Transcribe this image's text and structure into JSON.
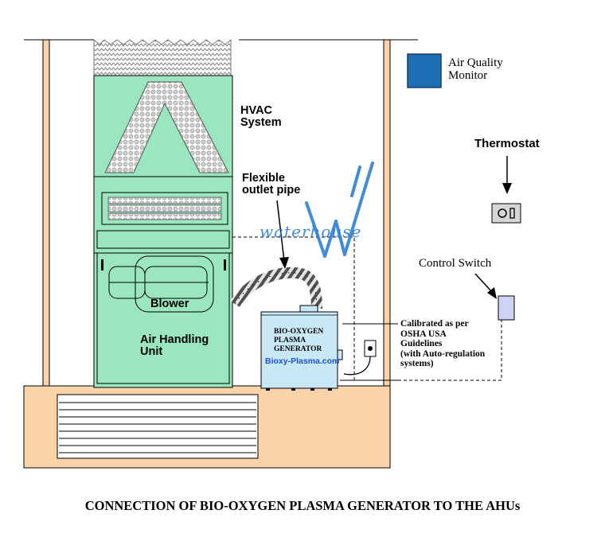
{
  "labels": {
    "air_quality_monitor": [
      "Air Quality",
      "Monitor"
    ],
    "hvac_system": [
      "HVAC",
      "System"
    ],
    "thermostat": "Thermostat",
    "flexible_outlet_pipe": [
      "Flexible",
      "outlet pipe"
    ],
    "control_switch": "Control Switch",
    "blower": "Blower",
    "air_handling_unit": [
      "Air Handling",
      "Unit"
    ],
    "generator": {
      "lines": [
        "BIO-OXYGEN",
        "PLASMA",
        "GENERATOR"
      ],
      "site": "Bioxy-Plasma.com"
    },
    "calibration_note": [
      "Calibrated as per",
      "OSHA USA",
      "Guidelines",
      "(with Auto-regulation",
      "systems)"
    ],
    "watermark": "waterhouse"
  },
  "caption": "CONNECTION OF BIO-OXYGEN PLASMA GENERATOR TO THE AHUs",
  "colors": {
    "ahu_green": "#99e6bf",
    "wall_tan": "#fbd3a8",
    "monitor_blue": "#1f6fb5",
    "switch_lavender": "#cdd3f3",
    "generator_blue": "#c8e8f5",
    "site_text_blue": "#1b4fcf",
    "watermark_blue": "#2e7fd6"
  }
}
